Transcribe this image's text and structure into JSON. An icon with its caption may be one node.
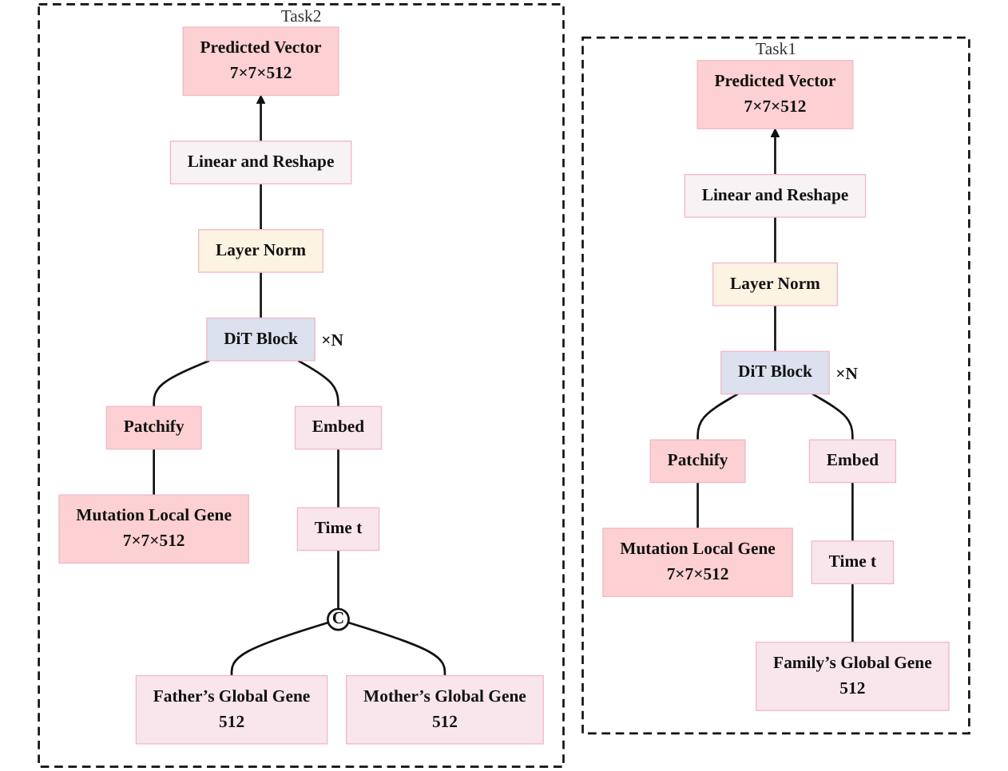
{
  "diagram": {
    "nodes": [
      {
        "text": [
          "Task1"
        ]
      },
      {
        "text": [
          "Predicted Vector",
          "7×7×512"
        ],
        "in": 0
      },
      {
        "text": [
          "Linear and Reshape"
        ],
        "in": 0
      },
      {
        "text": [
          "Layer Norm"
        ],
        "in": 0
      },
      {
        "text": [
          "DiT Block"
        ],
        "in": 0,
        "beside": [
          "×N"
        ]
      },
      {
        "text": [
          "Patchify"
        ],
        "in": 0
      },
      {
        "text": [
          "Embed"
        ],
        "in": 0
      },
      {
        "text": [
          "Mutation Local Gene",
          "7×7×512"
        ],
        "in": 0
      },
      {
        "text": [
          "Time t"
        ],
        "in": 0
      },
      {
        "text": [
          "Family’s Global Gene",
          "512"
        ],
        "in": 0
      },
      {
        "text": [
          "Task2"
        ]
      },
      {
        "text": [
          "Predicted Vector",
          "7×7×512"
        ],
        "in": 10
      },
      {
        "text": [
          "Linear and Reshape"
        ],
        "in": 10
      },
      {
        "text": [
          "Layer Norm"
        ],
        "in": 10
      },
      {
        "text": [
          "DiT Block"
        ],
        "in": 10,
        "beside": [
          "×N"
        ]
      },
      {
        "text": [
          "Patchify"
        ],
        "in": 10
      },
      {
        "text": [
          "Embed"
        ],
        "in": 10
      },
      {
        "text": [
          "Mutation Local Gene",
          "7×7×512"
        ],
        "in": 10
      },
      {
        "text": [
          "Time t"
        ],
        "in": 10
      },
      {
        "text": [
          "C"
        ],
        "in": 10
      },
      {
        "text": [
          "Father’s Global Gene",
          "512"
        ],
        "in": 10
      },
      {
        "text": [
          "Mother’s Global Gene",
          "512"
        ],
        "in": 10
      }
    ],
    "edges": [
      {
        "from": 2,
        "to": 1,
        "arrow": "to"
      },
      {
        "from": 3,
        "to": 2,
        "arrow": "none"
      },
      {
        "from": 4,
        "to": 3,
        "arrow": "none"
      },
      {
        "from": 5,
        "to": 4,
        "arrow": "none"
      },
      {
        "from": 6,
        "to": 4,
        "arrow": "none"
      },
      {
        "from": 7,
        "to": 5,
        "arrow": "none"
      },
      {
        "from": 8,
        "to": 6,
        "arrow": "none"
      },
      {
        "from": 9,
        "to": 8,
        "arrow": "none"
      },
      {
        "from": 12,
        "to": 11,
        "arrow": "to"
      },
      {
        "from": 13,
        "to": 12,
        "arrow": "none"
      },
      {
        "from": 14,
        "to": 13,
        "arrow": "none"
      },
      {
        "from": 15,
        "to": 14,
        "arrow": "none"
      },
      {
        "from": 16,
        "to": 14,
        "arrow": "none"
      },
      {
        "from": 17,
        "to": 15,
        "arrow": "none"
      },
      {
        "from": 18,
        "to": 16,
        "arrow": "none"
      },
      {
        "from": 19,
        "to": 18,
        "arrow": "none"
      },
      {
        "from": 20,
        "to": 19,
        "arrow": "none"
      },
      {
        "from": 21,
        "to": 19,
        "arrow": "none"
      }
    ]
  }
}
